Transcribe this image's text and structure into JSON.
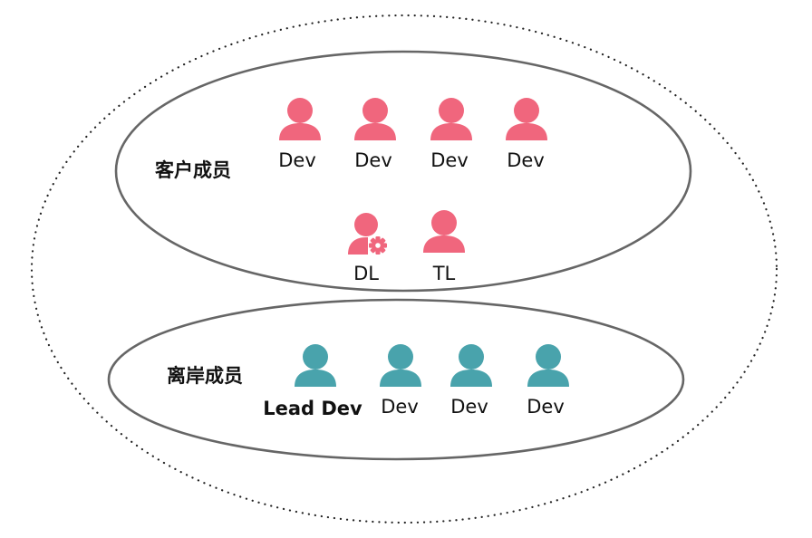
{
  "colors": {
    "client_member": "#f0667d",
    "offshore_member": "#49a3ac",
    "outline": "#666666",
    "dotted_outline": "#222222",
    "text": "#111111"
  },
  "outer_group": {
    "style": "dotted"
  },
  "groups": {
    "client": {
      "label": "客户成员",
      "members": [
        {
          "label": "Dev",
          "icon": "person-icon"
        },
        {
          "label": "Dev",
          "icon": "person-icon"
        },
        {
          "label": "Dev",
          "icon": "person-icon"
        },
        {
          "label": "Dev",
          "icon": "person-icon"
        },
        {
          "label": "DL",
          "icon": "person-gear-icon"
        },
        {
          "label": "TL",
          "icon": "person-icon"
        }
      ]
    },
    "offshore": {
      "label": "离岸成员",
      "members": [
        {
          "label": "Lead Dev",
          "icon": "person-icon",
          "bold": true
        },
        {
          "label": "Dev",
          "icon": "person-icon"
        },
        {
          "label": "Dev",
          "icon": "person-icon"
        },
        {
          "label": "Dev",
          "icon": "person-icon"
        }
      ]
    }
  }
}
